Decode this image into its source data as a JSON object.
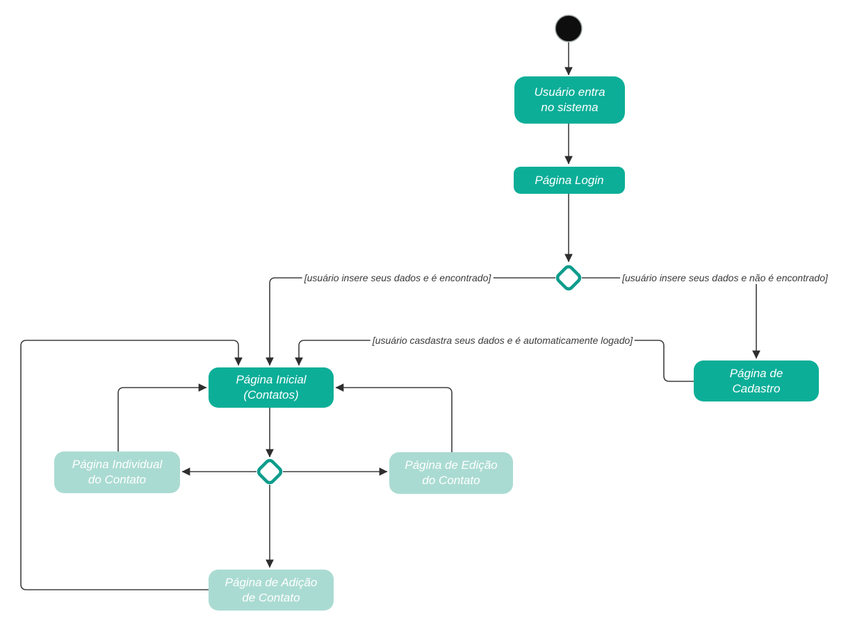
{
  "diagram": {
    "type": "uml-activity-diagram",
    "language": "pt-BR",
    "colors": {
      "node_primary": "#0CAE98",
      "node_secondary": "#AADBD2",
      "decision_stroke": "#0E9C8C",
      "connector_line": "#3E3E3E",
      "arrowhead": "#2E2E2E",
      "node_text": "#FFFFFF",
      "edge_label_text": "#3A3A3A",
      "initial_node_fill": "#0E0E0E",
      "background": "#FFFFFF"
    },
    "nodes": {
      "start": {
        "type": "initial-state"
      },
      "usuario_entra": {
        "label": [
          "Usuário entra",
          "no sistema"
        ]
      },
      "pagina_login": {
        "label": [
          "Página Login"
        ]
      },
      "pagina_inicial": {
        "label": [
          "Página Inicial",
          "(Contatos)"
        ]
      },
      "pagina_cadastro": {
        "label": [
          "Página de",
          "Cadastro"
        ]
      },
      "pagina_individual": {
        "label": [
          "Página Individual",
          "do Contato"
        ]
      },
      "pagina_edicao": {
        "label": [
          "Página de Edição",
          "do Contato"
        ]
      },
      "pagina_adicao": {
        "label": [
          "Página de Adição",
          "de Contato"
        ]
      }
    },
    "edge_labels": {
      "encontrado": "[usuário insere seus dados e é encontrado]",
      "nao_encontrado": "[usuário insere seus dados e não é encontrado]",
      "cadastra": "[usuário casdastra seus dados e é automaticamente logado]"
    }
  }
}
